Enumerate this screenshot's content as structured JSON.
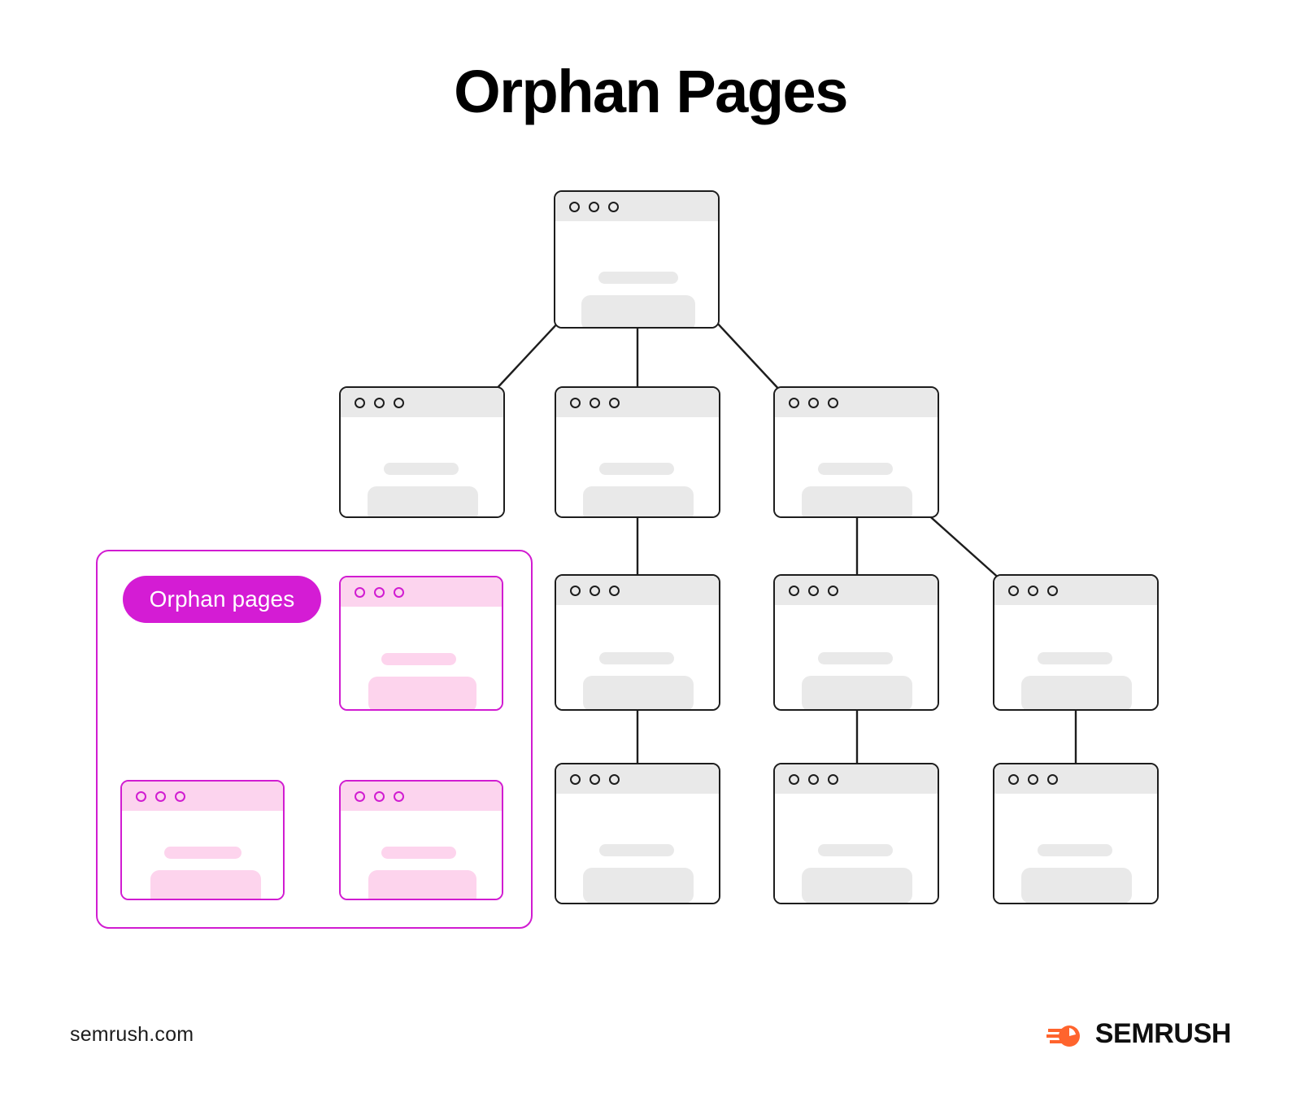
{
  "page": {
    "title": "Orphan Pages",
    "background": "#ffffff"
  },
  "colors": {
    "ink": "#1d1d1d",
    "placeholder_gray": "#e9e9e9",
    "magenta": "#d11cd1",
    "pill_magenta": "#d41cd4",
    "pink_fill": "#fdd4ed",
    "brand_orange": "#ff642d"
  },
  "orphan_group": {
    "label": "Orphan pages",
    "card_count": 3,
    "cards": [
      {
        "name": "orphan-page-card-1",
        "dots": 3
      },
      {
        "name": "orphan-page-card-2",
        "dots": 3
      },
      {
        "name": "orphan-page-card-3",
        "dots": 3
      }
    ]
  },
  "site_tree": {
    "root": {
      "name": "homepage-card",
      "dots": 3
    },
    "level2": [
      {
        "name": "category-card-1",
        "dots": 3
      },
      {
        "name": "category-card-2",
        "dots": 3
      },
      {
        "name": "category-card-3",
        "dots": 3
      }
    ],
    "level3": [
      {
        "name": "subpage-card-1",
        "dots": 3
      },
      {
        "name": "subpage-card-2",
        "dots": 3
      },
      {
        "name": "subpage-card-3",
        "dots": 3
      }
    ],
    "level4": [
      {
        "name": "leaf-card-1",
        "dots": 3
      },
      {
        "name": "leaf-card-2",
        "dots": 3
      },
      {
        "name": "leaf-card-3",
        "dots": 3
      }
    ]
  },
  "footer": {
    "url": "semrush.com",
    "brand": "SEMRUSH",
    "logo_icon": "semrush-comet-icon"
  },
  "chart_data": {
    "type": "diagram",
    "title": "Orphan Pages",
    "description": "Site architecture tree with a separate group of orphan pages that have no inbound internal links",
    "nodes": [
      {
        "id": "root",
        "level": 1,
        "linked": true
      },
      {
        "id": "c1",
        "level": 2,
        "linked": true
      },
      {
        "id": "c2",
        "level": 2,
        "linked": true
      },
      {
        "id": "c3",
        "level": 2,
        "linked": true
      },
      {
        "id": "s1",
        "level": 3,
        "linked": true
      },
      {
        "id": "s2",
        "level": 3,
        "linked": true
      },
      {
        "id": "s3",
        "level": 3,
        "linked": true
      },
      {
        "id": "l1",
        "level": 4,
        "linked": true
      },
      {
        "id": "l2",
        "level": 4,
        "linked": true
      },
      {
        "id": "l3",
        "level": 4,
        "linked": true
      },
      {
        "id": "o1",
        "level": 0,
        "linked": false
      },
      {
        "id": "o2",
        "level": 0,
        "linked": false
      },
      {
        "id": "o3",
        "level": 0,
        "linked": false
      }
    ],
    "edges": [
      [
        "root",
        "c1"
      ],
      [
        "root",
        "c2"
      ],
      [
        "root",
        "c3"
      ],
      [
        "c2",
        "s1"
      ],
      [
        "c3",
        "s2"
      ],
      [
        "c3",
        "s3"
      ],
      [
        "s1",
        "l1"
      ],
      [
        "s2",
        "l2"
      ],
      [
        "s3",
        "l3"
      ]
    ],
    "orphan_count": 3,
    "linked_count": 10
  }
}
